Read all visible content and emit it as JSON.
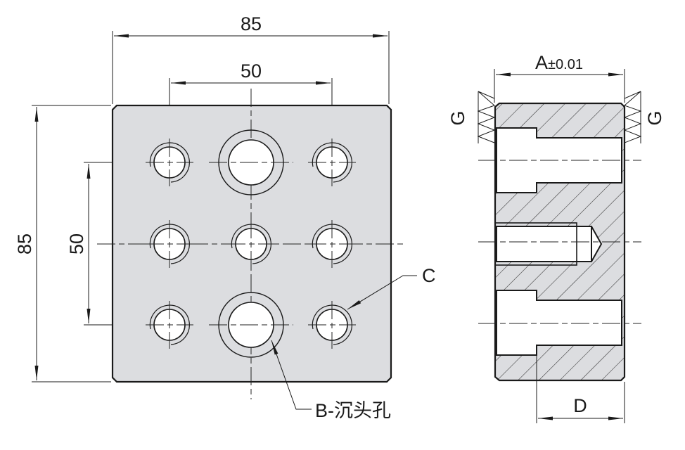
{
  "drawing": {
    "front_view": {
      "width_dim": "85",
      "height_dim": "85",
      "hole_spacing_x_dim": "50",
      "hole_spacing_y_dim": "50",
      "callout_counterbore": "B-沉头孔",
      "callout_tapped": "C",
      "hole_grid": [
        [
          "tapped",
          "counterbore",
          "tapped"
        ],
        [
          "tapped",
          "tapped",
          "tapped"
        ],
        [
          "tapped",
          "counterbore",
          "tapped"
        ]
      ]
    },
    "side_view": {
      "thickness_dim": "A",
      "thickness_tol": "±0.01",
      "counterbore_depth_dim": "D",
      "ground_symbol_left": "G",
      "ground_symbol_right": "G"
    },
    "colors": {
      "plate_fill": "#dcdde0",
      "line": "#1a1a1a",
      "background": "#ffffff"
    }
  }
}
